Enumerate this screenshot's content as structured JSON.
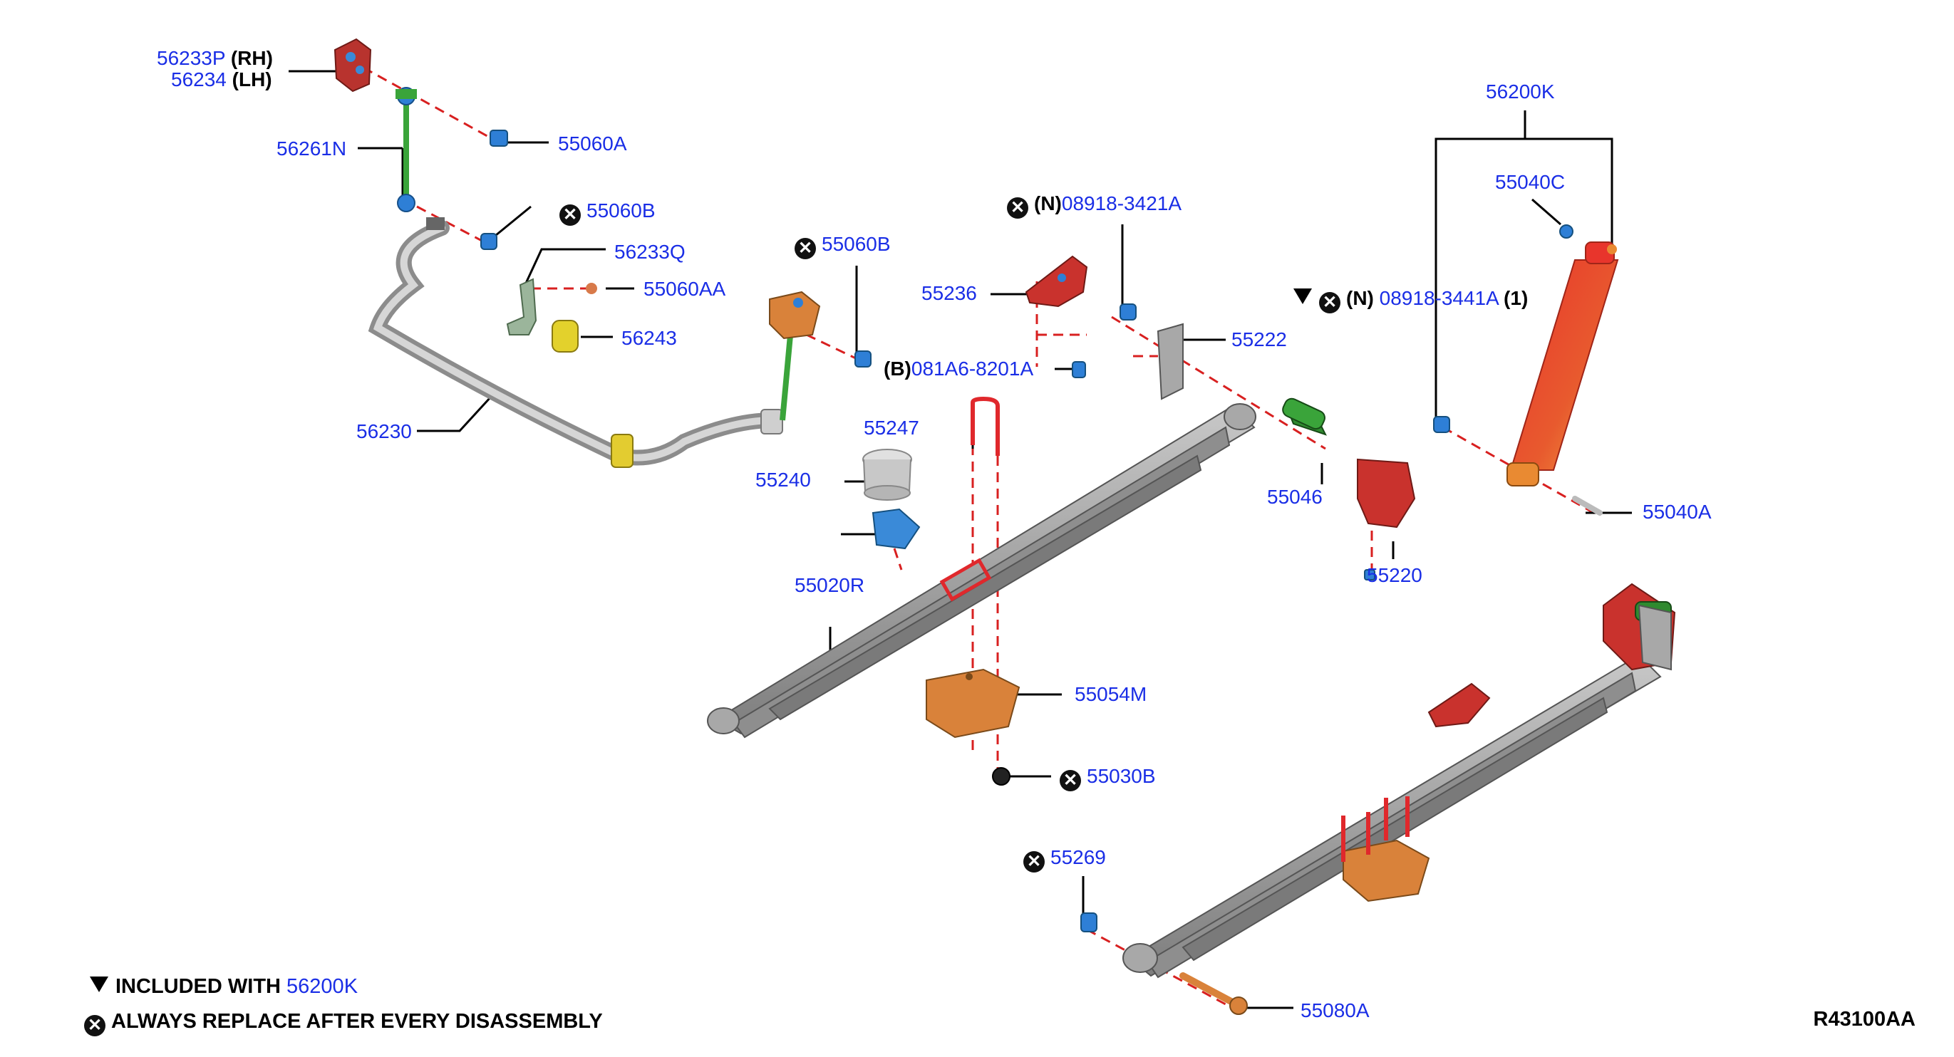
{
  "parts": {
    "p56233P": {
      "num": "56233P",
      "suffix": "(RH)"
    },
    "p56234": {
      "num": "56234",
      "suffix": "(LH)"
    },
    "p55060A": {
      "num": "55060A"
    },
    "p56261N": {
      "num": "56261N"
    },
    "p55060B_1": {
      "num": "55060B"
    },
    "p56233Q": {
      "num": "56233Q"
    },
    "p55060AA": {
      "num": "55060AA"
    },
    "p56243": {
      "num": "56243"
    },
    "p56230": {
      "num": "56230"
    },
    "p55060B_2": {
      "num": "55060B"
    },
    "p55236": {
      "num": "55236"
    },
    "p08918_3421A": {
      "prefix": "(N)",
      "num": "08918-3421A"
    },
    "p081A6_8201A": {
      "prefix": "(B)",
      "num": "081A6-8201A"
    },
    "p55222": {
      "num": "55222"
    },
    "p08918_3441A": {
      "prefix": "(N)",
      "num": "08918-3441A",
      "suffix": "(1)"
    },
    "p56200K": {
      "num": "56200K"
    },
    "p55040C": {
      "num": "55040C"
    },
    "p55247": {
      "num": "55247"
    },
    "p55240": {
      "num": "55240"
    },
    "p55046": {
      "num": "55046"
    },
    "p55040A": {
      "num": "55040A"
    },
    "p55220": {
      "num": "55220"
    },
    "p55020R": {
      "num": "55020R"
    },
    "p55054M": {
      "num": "55054M"
    },
    "p55030B": {
      "num": "55030B"
    },
    "p55269": {
      "num": "55269"
    },
    "p55080A": {
      "num": "55080A"
    }
  },
  "legend": {
    "included_text": "INCLUDED WITH",
    "included_ref": "56200K",
    "replace_text": "ALWAYS REPLACE AFTER EVERY DISASSEMBLY"
  },
  "diagram_code": "R43100AA",
  "colors": {
    "label_blue": "#1a2ee6",
    "spring_gray": "#9a9a9a",
    "shock_red": "#e23b2e",
    "shock_orange": "#e98a32",
    "bracket_red": "#c9322d",
    "seat_orange": "#d9823a",
    "link_green": "#3aa43a",
    "bushing_yellow": "#e8d22a",
    "fastener_blue": "#2e7fd6",
    "dash_red": "#d82020"
  }
}
